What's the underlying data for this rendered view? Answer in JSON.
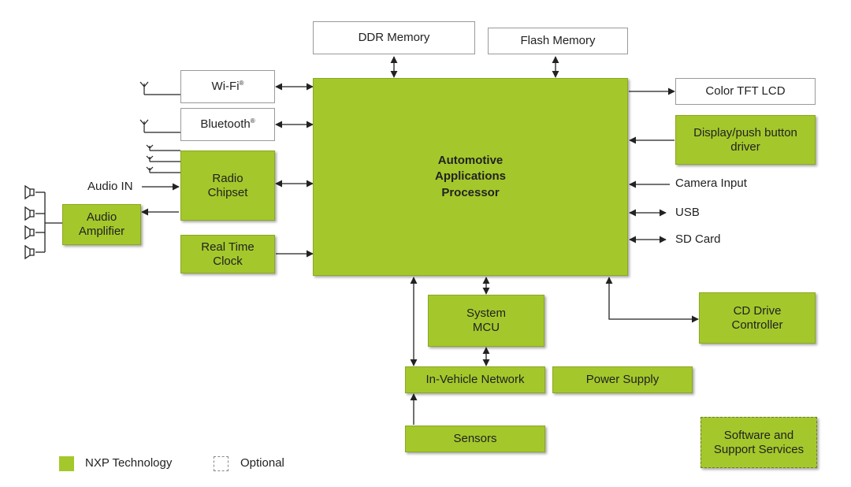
{
  "blocks": {
    "processor": "Automotive Applications Processor",
    "ddr_memory": "DDR Memory",
    "flash_memory": "Flash Memory",
    "wifi": "Wi-Fi",
    "wifi_mark": "®",
    "bluetooth": "Bluetooth",
    "bluetooth_mark": "®",
    "radio_chipset": "Radio Chipset",
    "audio_amplifier": "Audio Amplifier",
    "real_time_clock": "Real Time Clock",
    "color_tft_lcd": "Color TFT LCD",
    "display_driver": "Display/push button driver",
    "system_mcu": "System MCU",
    "in_vehicle_network": "In-Vehicle Network",
    "power_supply": "Power Supply",
    "sensors": "Sensors",
    "cd_drive_controller": "CD Drive Controller",
    "software_support": "Software and Support Services"
  },
  "labels": {
    "audio_in": "Audio IN",
    "camera_input": "Camera Input",
    "usb": "USB",
    "sd_card": "SD Card"
  },
  "legend": {
    "nxp_technology": "NXP Technology",
    "optional": "Optional"
  },
  "colors": {
    "nxp_green": "#a4c82b",
    "line": "#222222"
  },
  "icons": [
    "antenna-icon",
    "speaker-icon"
  ]
}
